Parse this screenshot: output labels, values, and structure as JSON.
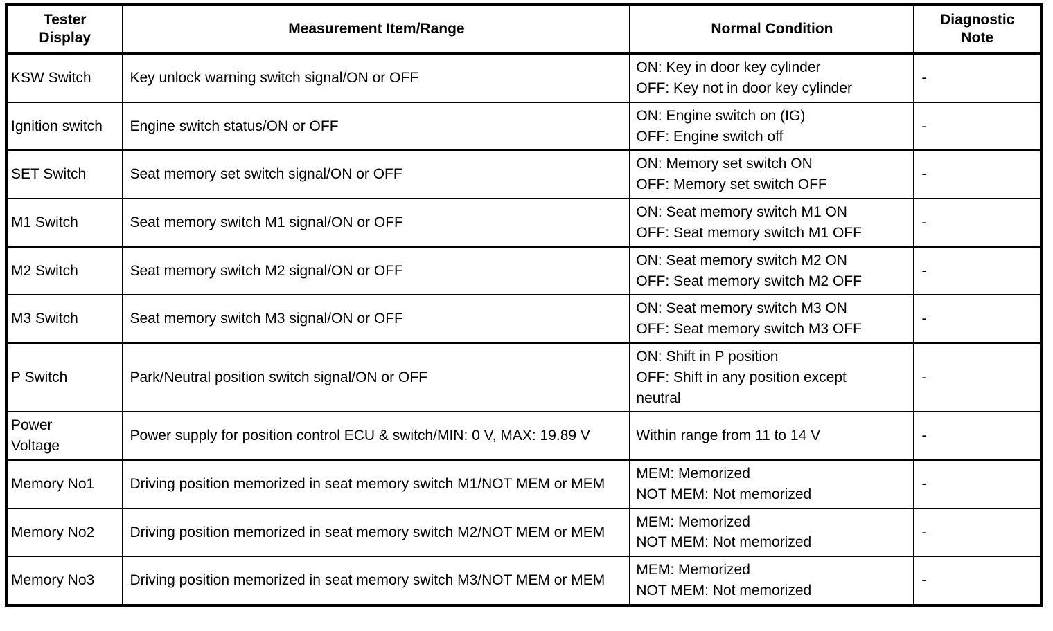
{
  "table": {
    "headers": [
      "Tester\nDisplay",
      "Measurement Item/Range",
      "Normal Condition",
      "Diagnostic\nNote"
    ],
    "header_display_line1": "Tester",
    "header_display_line2": "Display",
    "header_measure": "Measurement Item/Range",
    "header_normal": "Normal Condition",
    "header_note_line1": "Diagnostic",
    "header_note_line2": "Note",
    "rows": [
      {
        "display": "KSW Switch",
        "measurement": "Key unlock warning switch signal/ON or OFF",
        "normal_line1": "ON: Key in door key cylinder",
        "normal_line2": "OFF: Key not in door key cylinder",
        "normal_line3": "",
        "note": "-"
      },
      {
        "display": "Ignition switch",
        "measurement": "Engine switch status/ON or OFF",
        "normal_line1": "ON: Engine switch on (IG)",
        "normal_line2": "OFF: Engine switch off",
        "normal_line3": "",
        "note": "-"
      },
      {
        "display": "SET Switch",
        "measurement": "Seat memory set switch signal/ON or OFF",
        "normal_line1": "ON: Memory set switch ON",
        "normal_line2": "OFF: Memory set switch OFF",
        "normal_line3": "",
        "note": "-"
      },
      {
        "display": "M1 Switch",
        "measurement": "Seat memory switch M1 signal/ON or OFF",
        "normal_line1": "ON: Seat memory switch M1 ON",
        "normal_line2": "OFF: Seat memory switch M1 OFF",
        "normal_line3": "",
        "note": "-"
      },
      {
        "display": "M2 Switch",
        "measurement": "Seat memory switch M2 signal/ON or OFF",
        "normal_line1": "ON: Seat memory switch M2 ON",
        "normal_line2": "OFF: Seat memory switch M2 OFF",
        "normal_line3": "",
        "note": "-"
      },
      {
        "display": "M3 Switch",
        "measurement": "Seat memory switch M3 signal/ON or OFF",
        "normal_line1": "ON: Seat memory switch M3 ON",
        "normal_line2": "OFF: Seat memory switch M3 OFF",
        "normal_line3": "",
        "note": "-"
      },
      {
        "display": "P Switch",
        "measurement": "Park/Neutral position switch signal/ON or OFF",
        "normal_line1": "ON: Shift in P position",
        "normal_line2": "OFF: Shift in any position except",
        "normal_line3": "neutral",
        "note": "-"
      },
      {
        "display": "Power Voltage",
        "display_line1": "Power",
        "display_line2": "Voltage",
        "measurement": "Power supply for position control ECU & switch/MIN: 0 V, MAX: 19.89 V",
        "normal_line1": "Within range from 11 to 14 V",
        "normal_line2": "",
        "normal_line3": "",
        "note": "-"
      },
      {
        "display": "Memory No1",
        "measurement": "Driving position memorized in seat memory switch M1/NOT MEM or MEM",
        "normal_line1": "MEM: Memorized",
        "normal_line2": "NOT MEM: Not memorized",
        "normal_line3": "",
        "note": "-"
      },
      {
        "display": "Memory No2",
        "measurement": "Driving position memorized in seat memory switch M2/NOT MEM or MEM",
        "normal_line1": "MEM: Memorized",
        "normal_line2": "NOT MEM: Not memorized",
        "normal_line3": "",
        "note": "-"
      },
      {
        "display": "Memory No3",
        "measurement": "Driving position memorized in seat memory switch M3/NOT MEM or MEM",
        "normal_line1": "MEM: Memorized",
        "normal_line2": "NOT MEM: Not memorized",
        "normal_line3": "",
        "note": "-"
      }
    ]
  },
  "style": {
    "text_color": "#000000",
    "background": "#ffffff",
    "border_color": "#000000"
  }
}
